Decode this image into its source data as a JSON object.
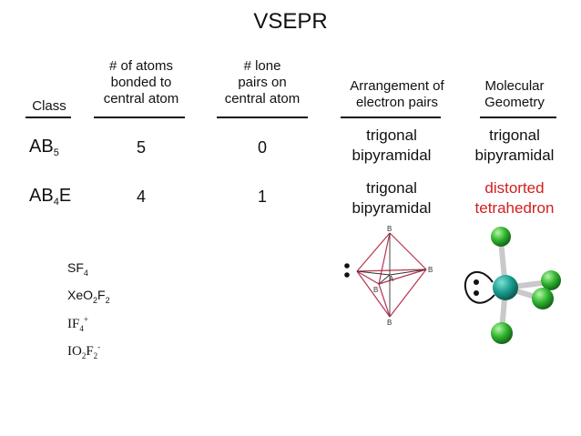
{
  "title": "VSEPR",
  "headers": {
    "class": "Class",
    "atoms": [
      "# of atoms",
      "bonded to",
      "central atom"
    ],
    "lone": [
      "# lone",
      "pairs on",
      "central atom"
    ],
    "arrangement": [
      "Arrangement of",
      "electron pairs"
    ],
    "geometry": [
      "Molecular",
      "Geometry"
    ]
  },
  "rows": [
    {
      "class_base": "AB",
      "class_sub": "5",
      "class_suffix": "",
      "atoms": "5",
      "lone": "0",
      "arrangement": [
        "trigonal",
        "bipyramidal"
      ],
      "geometry": [
        "trigonal",
        "bipyramidal"
      ]
    },
    {
      "class_base": "AB",
      "class_sub": "4",
      "class_suffix": "E",
      "atoms": "4",
      "lone": "1",
      "arrangement": [
        "trigonal",
        "bipyramidal"
      ],
      "geometry": [
        "distorted",
        "tetrahedron"
      ]
    }
  ],
  "examples": {
    "sf4": {
      "a": "SF",
      "s1": "4"
    },
    "xeo2f2": {
      "a": "XeO",
      "s1": "2",
      "b": "F",
      "s2": "2"
    },
    "if4": {
      "a": "IF",
      "s1": "4",
      "sup": "+"
    },
    "io2f2": {
      "a": "IO",
      "s1": "2",
      "b": "F",
      "s2": "2",
      "sup": "-"
    }
  },
  "diagram_labels": {
    "vertex": "B",
    "center": "A"
  },
  "colors": {
    "accent_red": "#d11f1f",
    "bond_pink": "#b8344f",
    "central_atom": "#1a9e8f",
    "ligand_atom": "#2fb52f"
  }
}
